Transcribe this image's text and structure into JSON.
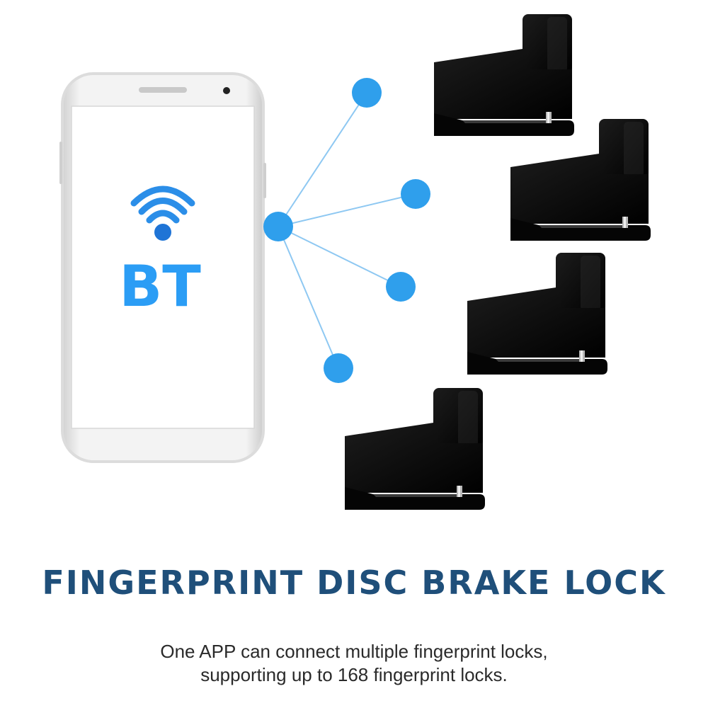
{
  "phone": {
    "screen_text": "BT",
    "icon": "wifi-signal-icon",
    "accent_color": "#2b9df5"
  },
  "network": {
    "node_color": "#2f9fec",
    "link_color": "#8ec8f2"
  },
  "product": {
    "item": "disc-brake-lock",
    "count_shown": 4,
    "color": "#0a0a0a"
  },
  "headline": "FINGERPRINT DISC BRAKE LOCK",
  "caption": {
    "line1": "One APP can connect multiple fingerprint locks,",
    "line2": "supporting up to 168 fingerprint locks."
  }
}
